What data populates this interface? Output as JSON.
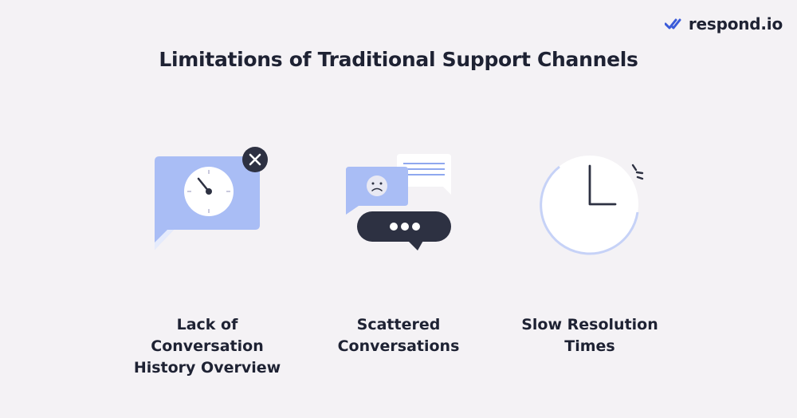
{
  "brand": {
    "name": "respond.io",
    "icon": "double-check-icon",
    "accent": "#3a5bd9"
  },
  "title": "Limitations of Traditional Support Channels",
  "cards": [
    {
      "label": "Lack of\nConversation\nHistory Overview",
      "icon": "clock-chat-bubble-with-close-icon"
    },
    {
      "label": "Scattered\nConversations",
      "icon": "multiple-chat-bubbles-icon"
    },
    {
      "label": "Slow Resolution\nTimes",
      "icon": "clock-icon"
    }
  ],
  "colors": {
    "background": "#f4f2f5",
    "bubble_blue": "#a9bdf5",
    "dark": "#2d3142",
    "text": "#1e2233"
  }
}
